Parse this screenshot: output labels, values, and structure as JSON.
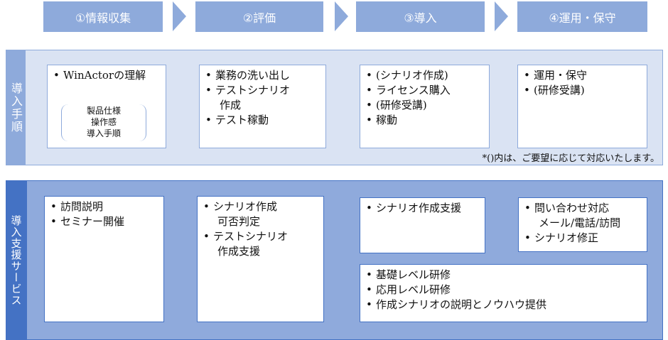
{
  "steps": [
    "①情報収集",
    "②評価",
    "③導入",
    "④運用・保守"
  ],
  "section1": {
    "label": "導入手順",
    "col1": {
      "items": [
        "WinActorの理解"
      ],
      "details": [
        "製品仕様",
        "操作感",
        "導入手順"
      ]
    },
    "col2": {
      "items": [
        "業務の洗い出し",
        "テストシナリオ",
        "テスト稼動"
      ],
      "continuation": "作成"
    },
    "col3": {
      "items": [
        "(シナリオ作成)",
        "ライセンス購入",
        "(研修受講)",
        "稼動"
      ]
    },
    "col4": {
      "items": [
        "運用・保守",
        "(研修受講)"
      ]
    },
    "note": "*()内は、ご要望に応じて対応いたします。"
  },
  "section2": {
    "label": "導入支援サービス",
    "col1": {
      "items": [
        "訪問説明",
        "セミナー開催"
      ]
    },
    "col2": {
      "item1": "シナリオ作成",
      "item1_cont": "可否判定",
      "item2": "テストシナリオ",
      "item2_cont": "作成支援"
    },
    "col3": {
      "items": [
        "シナリオ作成支援"
      ]
    },
    "col4": {
      "item1": "問い合わせ対応",
      "item1_cont": "メール/電話/訪問",
      "item2": "シナリオ修正"
    },
    "wide": {
      "items": [
        "基礎レベル研修",
        "応用レベル研修",
        "作成シナリオの説明とノウハウ提供"
      ]
    }
  }
}
